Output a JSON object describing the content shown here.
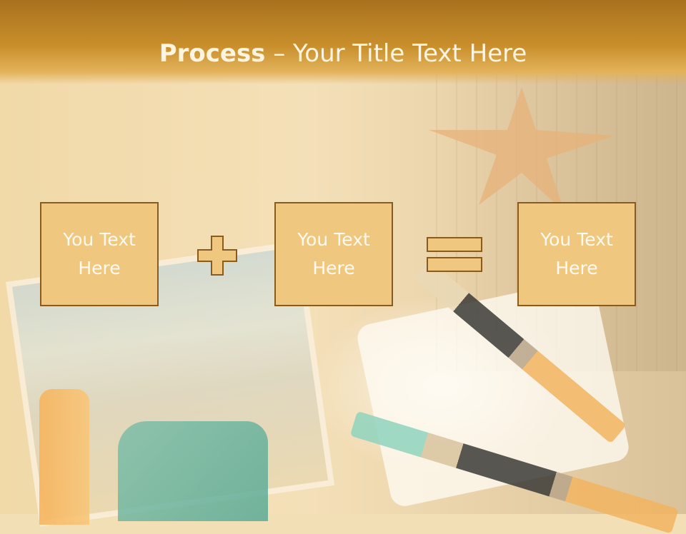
{
  "slide": {
    "title_bold": "Process",
    "title_rest": " – Your Title Text Here",
    "boxes": [
      {
        "text": "You Text Here"
      },
      {
        "text": "You Text Here"
      },
      {
        "text": "You Text Here"
      }
    ],
    "operators": [
      "plus-icon",
      "equals-icon"
    ],
    "colors": {
      "header": "#c98f2c",
      "box_fill": "#f0c77e",
      "box_border": "#8a5b1f",
      "text": "#fffaf0"
    }
  }
}
